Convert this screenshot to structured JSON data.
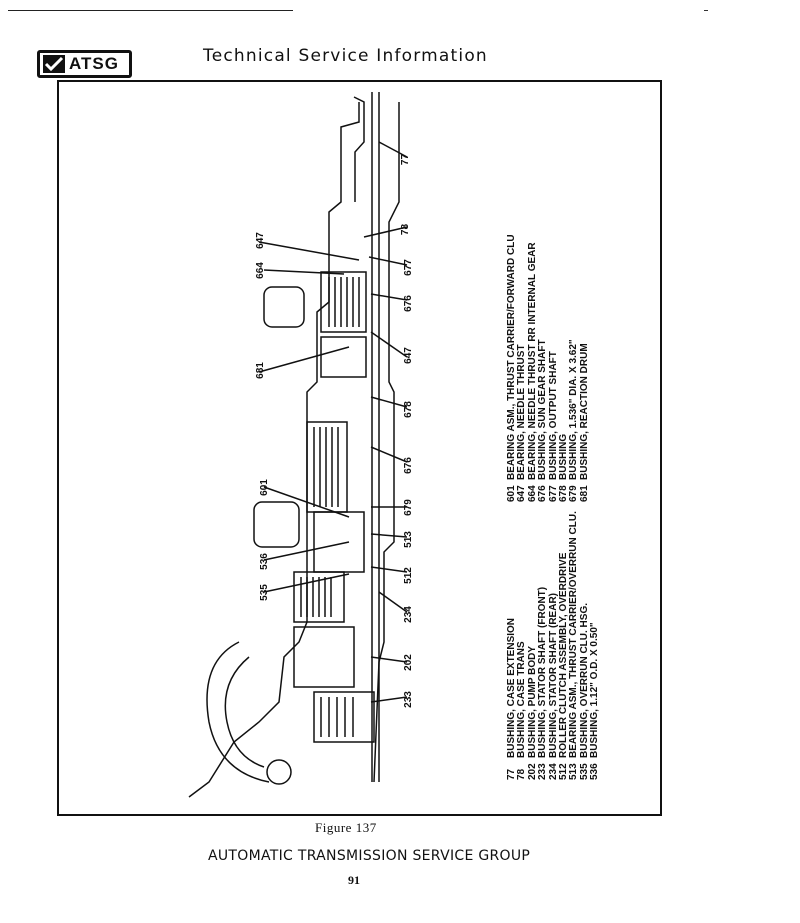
{
  "header": {
    "logo_text": "ATSG",
    "title": "Technical Service Information"
  },
  "figure": {
    "caption": "Figure 137",
    "callouts": [
      "77",
      "78",
      "647",
      "664",
      "677",
      "676",
      "681",
      "647",
      "678",
      "676",
      "601",
      "679",
      "513",
      "536",
      "512",
      "535",
      "234",
      "202",
      "233"
    ],
    "legend_left": [
      {
        "num": "77",
        "text": "BUSHING, CASE EXTENSION"
      },
      {
        "num": "78",
        "text": "BUSHING, CASE TRANS"
      },
      {
        "num": "202",
        "text": "BUSHING, PUMP BODY"
      },
      {
        "num": "233",
        "text": "BUSHING, STATOR SHAFT (FRONT)"
      },
      {
        "num": "234",
        "text": "BUSHING, STATOR SHAFT (REAR)"
      },
      {
        "num": "512",
        "text": "ROLLER CLUTCH ASSEMBLY, OVERDRIVE"
      },
      {
        "num": "513",
        "text": "BEARING ASM., THRUST CARRIER/OVERRUN CLU."
      },
      {
        "num": "535",
        "text": "BUSHING, OVERRUN CLU. HSG."
      },
      {
        "num": "536",
        "text": "BUSHING, 1.12\" O.D. X 0.50\""
      }
    ],
    "legend_right": [
      {
        "num": "601",
        "text": "BEARING ASM., THRUST CARRIER/FORWARD CLU"
      },
      {
        "num": "647",
        "text": "BEARING, NEEDLE THRUST"
      },
      {
        "num": "664",
        "text": "BEARING, NEEDLE THRUST RR INTERNAL GEAR"
      },
      {
        "num": "676",
        "text": "BUSHING, SUN GEAR SHAFT"
      },
      {
        "num": "677",
        "text": "BUSHING, OUTPUT SHAFT"
      },
      {
        "num": "678",
        "text": "BUSHING"
      },
      {
        "num": "679",
        "text": "BUSHING, 1.536\" DIA. X 3.62\""
      },
      {
        "num": "681",
        "text": "BUSHING, REACTION DRUM"
      }
    ]
  },
  "footer": {
    "group": "AUTOMATIC TRANSMISSION SERVICE GROUP",
    "page": "91"
  }
}
